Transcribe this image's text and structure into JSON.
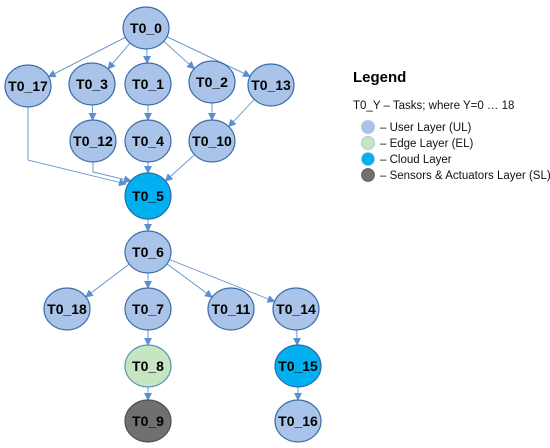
{
  "nodes": [
    {
      "id": "T0_0",
      "label": "T0_0",
      "layer": "user"
    },
    {
      "id": "T0_17",
      "label": "T0_17",
      "layer": "user"
    },
    {
      "id": "T0_3",
      "label": "T0_3",
      "layer": "user"
    },
    {
      "id": "T0_1",
      "label": "T0_1",
      "layer": "user"
    },
    {
      "id": "T0_2",
      "label": "T0_2",
      "layer": "user"
    },
    {
      "id": "T0_13",
      "label": "T0_13",
      "layer": "user"
    },
    {
      "id": "T0_12",
      "label": "T0_12",
      "layer": "user"
    },
    {
      "id": "T0_4",
      "label": "T0_4",
      "layer": "user"
    },
    {
      "id": "T0_10",
      "label": "T0_10",
      "layer": "user"
    },
    {
      "id": "T0_5",
      "label": "T0_5",
      "layer": "cloud"
    },
    {
      "id": "T0_6",
      "label": "T0_6",
      "layer": "user"
    },
    {
      "id": "T0_18",
      "label": "T0_18",
      "layer": "user"
    },
    {
      "id": "T0_7",
      "label": "T0_7",
      "layer": "user"
    },
    {
      "id": "T0_11",
      "label": "T0_11",
      "layer": "user"
    },
    {
      "id": "T0_14",
      "label": "T0_14",
      "layer": "user"
    },
    {
      "id": "T0_8",
      "label": "T0_8",
      "layer": "edge"
    },
    {
      "id": "T0_15",
      "label": "T0_15",
      "layer": "cloud"
    },
    {
      "id": "T0_9",
      "label": "T0_9",
      "layer": "sensors"
    },
    {
      "id": "T0_16",
      "label": "T0_16",
      "layer": "user"
    }
  ],
  "edges": [
    [
      "T0_0",
      "T0_17"
    ],
    [
      "T0_0",
      "T0_3"
    ],
    [
      "T0_0",
      "T0_1"
    ],
    [
      "T0_0",
      "T0_2"
    ],
    [
      "T0_0",
      "T0_13"
    ],
    [
      "T0_3",
      "T0_12"
    ],
    [
      "T0_1",
      "T0_4"
    ],
    [
      "T0_2",
      "T0_10"
    ],
    [
      "T0_13",
      "T0_10"
    ],
    [
      "T0_17",
      "T0_5"
    ],
    [
      "T0_12",
      "T0_5"
    ],
    [
      "T0_4",
      "T0_5"
    ],
    [
      "T0_10",
      "T0_5"
    ],
    [
      "T0_5",
      "T0_6"
    ],
    [
      "T0_6",
      "T0_18"
    ],
    [
      "T0_6",
      "T0_7"
    ],
    [
      "T0_6",
      "T0_11"
    ],
    [
      "T0_6",
      "T0_14"
    ],
    [
      "T0_7",
      "T0_8"
    ],
    [
      "T0_8",
      "T0_9"
    ],
    [
      "T0_14",
      "T0_15"
    ],
    [
      "T0_15",
      "T0_16"
    ]
  ],
  "layers": {
    "user": {
      "color": "#a9c4e8",
      "stroke": "#3d6ea8"
    },
    "edge": {
      "color": "#c5e6c0",
      "stroke": "#5f8fb8"
    },
    "cloud": {
      "color": "#00b0f0",
      "stroke": "#2f6aa6"
    },
    "sensors": {
      "color": "#707070",
      "stroke": "#505050"
    }
  },
  "legend": {
    "title": "Legend",
    "subtitle": "T0_Y – Tasks; where Y=0 … 18",
    "items": [
      {
        "layer": "user",
        "label": "– User Layer (UL)"
      },
      {
        "layer": "edge",
        "label": "– Edge Layer (EL)"
      },
      {
        "layer": "cloud",
        "label": "– Cloud Layer"
      },
      {
        "layer": "sensors",
        "label": "– Sensors & Actuators Layer (SL)"
      }
    ]
  },
  "edge_color": "#5b8fd0"
}
